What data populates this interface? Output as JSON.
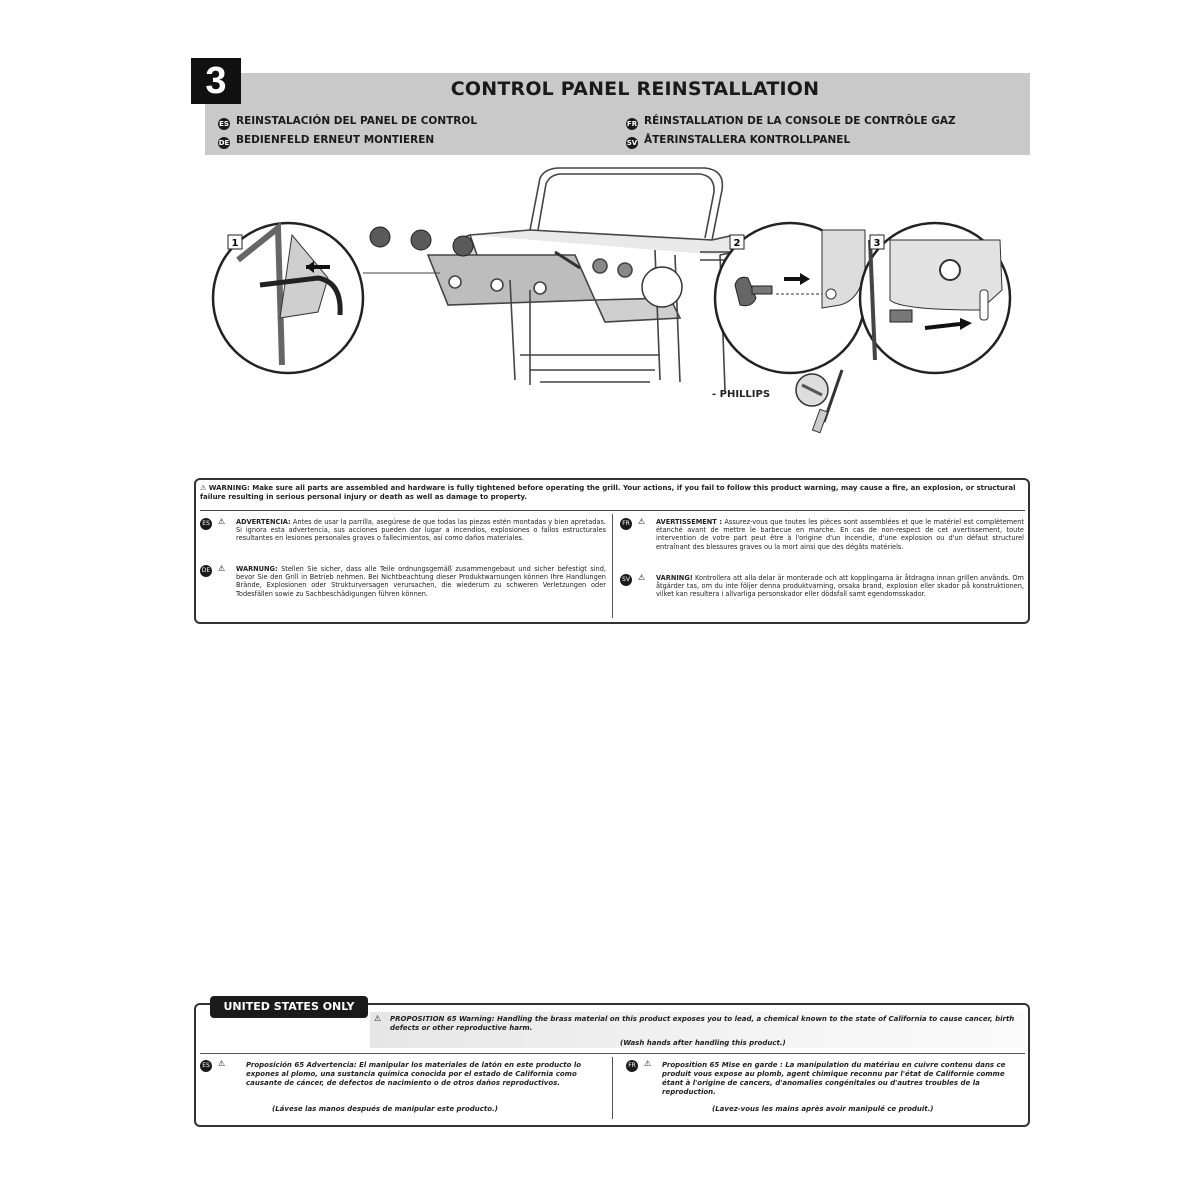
{
  "step": {
    "number": "3",
    "title": "CONTROL PANEL REINSTALLATION"
  },
  "translations": {
    "es": {
      "code": "ES",
      "text": "REINSTALACIÓN DEL PANEL DE CONTROL"
    },
    "de": {
      "code": "DE",
      "text": "BEDIENFELD ERNEUT MONTIEREN"
    },
    "fr": {
      "code": "FR",
      "text": "RÉINSTALLATION DE LA CONSOLE DE CONTRÔLE GAZ"
    },
    "sv": {
      "code": "SV",
      "text": "ÅTERINSTALLERA KONTROLLPANEL"
    }
  },
  "illustration": {
    "detail_1": "1",
    "detail_2": "2",
    "detail_3": "3",
    "tool_label": "- PHILLIPS"
  },
  "warning": {
    "main": "WARNING: Make sure all parts are assembled and hardware is fully tightened before operating the grill. Your actions, if you fail to follow this product warning, may cause a fire, an explosion, or structural failure resulting in serious personal injury or death as well as damage to property.",
    "es_label": "ADVERTENCIA:",
    "es": "Antes de usar la parrilla, asegúrese de que todas las piezas estén montadas y bien apretadas. Si ignora esta advertencia, sus acciones pueden dar lugar a incendios, explosiones o fallos estructurales resultantes en lesiones personales graves o fallecimientos, así como daños materiales.",
    "de_label": "WARNUNG:",
    "de": "Stellen Sie sicher, dass alle Teile ordnungsgemäß zusammengebaut und sicher befestigt sind, bevor Sie den Grill in Betrieb nehmen. Bei Nichtbeachtung dieser Produktwarnungen können Ihre Handlungen Brände, Explosionen oder Strukturversagen verursachen, die wiederum zu schweren Verletzungen oder Todesfällen sowie zu Sachbeschädigungen führen können.",
    "fr_label": "AVERTISSEMENT :",
    "fr": "Assurez-vous que toutes les pièces sont assemblées et que le matériel est complètement étanché avant de mettre le barbecue en marche. En cas de non-respect de cet avertissement, toute intervention de votre part peut être à l'origine d'un incendie, d'une explosion ou d'un défaut structurel entraînant des blessures graves ou la mort ainsi que des dégâts matériels.",
    "sv_label": "VARNING!",
    "sv": "Kontrollera att alla delar är monterade och att kopplingarna är åtdragna innan grillen används. Om åtgärder tas, om du inte följer denna produktvarning, orsaka brand, explosion eller skador på konstruktionen, vilket kan resultera i allvarliga personskador eller dödsfall samt egendomsskador."
  },
  "us_only": {
    "tab": "UNITED STATES ONLY",
    "main": "PROPOSITION 65 Warning: Handling the brass material on this product exposes you to lead, a chemical known to the state of California to cause cancer, birth defects or other reproductive harm.",
    "main_note": "(Wash hands after handling this product.)",
    "es": "Proposición 65 Advertencia: El manipular los materiales de latón en este producto lo expones al plomo, una sustancia química conocida por el estado de California como causante de cáncer, de defectos de nacimiento o de otros daños reproductivos.",
    "es_note": "(Lávese las manos después de manipular este producto.)",
    "fr": "Proposition 65 Mise en garde : La manipulation du matériau en cuivre contenu dans ce produit vous expose au plomb, agent chimique reconnu par l'état de Californie comme étant à l'origine de cancers, d'anomalies congénitales ou d'autres troubles de la reproduction.",
    "fr_note": "(Lavez-vous les mains après avoir manipulé ce produit.)"
  }
}
